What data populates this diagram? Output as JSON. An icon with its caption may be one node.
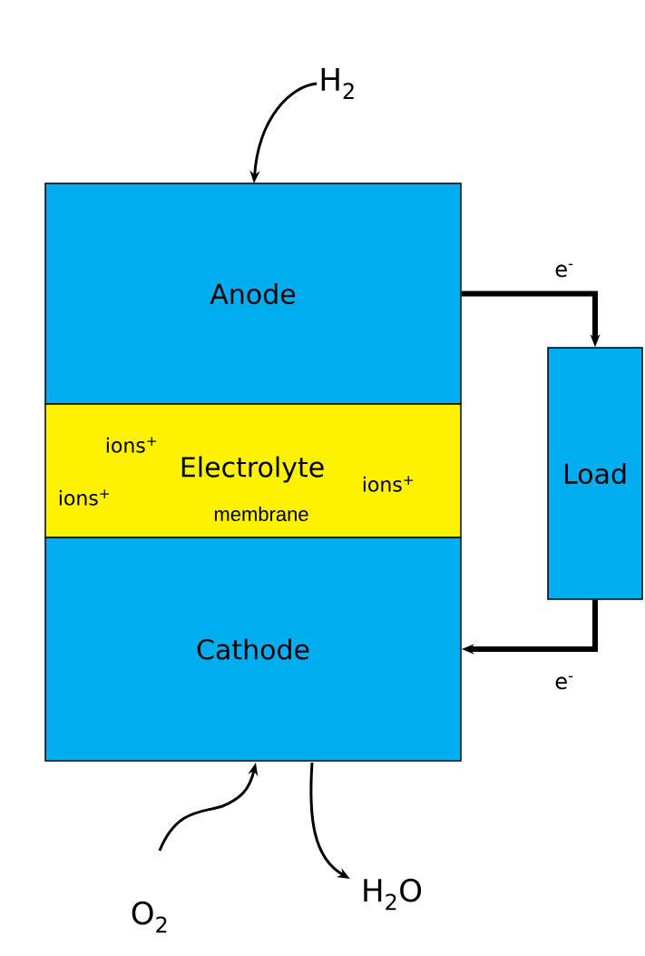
{
  "diagram": {
    "nodes": [
      {
        "text": [
          "H$_{2}$"
        ]
      },
      {
        "text": [
          "Anode"
        ]
      },
      {
        "text": [
          "ions$^{+}$",
          "Electrolyte",
          "ions$^{+}$",
          "ions$^{+}$",
          "membrane"
        ]
      },
      {
        "text": [
          "Load"
        ]
      },
      {
        "text": [
          "Cathode"
        ]
      },
      {
        "text": [
          "O$_{2}$"
        ]
      },
      {
        "text": [
          "H$_{2}$O"
        ]
      }
    ],
    "edges": [
      {
        "from": 0,
        "to": 1,
        "arrow": "to"
      },
      {
        "from": 1,
        "to": 3,
        "arrow": "to",
        "label": "e$^{-}$",
        "style": "thick"
      },
      {
        "from": 3,
        "to": 4,
        "arrow": "to",
        "label": "e$^{-}$",
        "style": "thick"
      },
      {
        "from": 5,
        "to": 4,
        "arrow": "to"
      },
      {
        "from": 4,
        "to": 6,
        "arrow": "to"
      }
    ]
  }
}
